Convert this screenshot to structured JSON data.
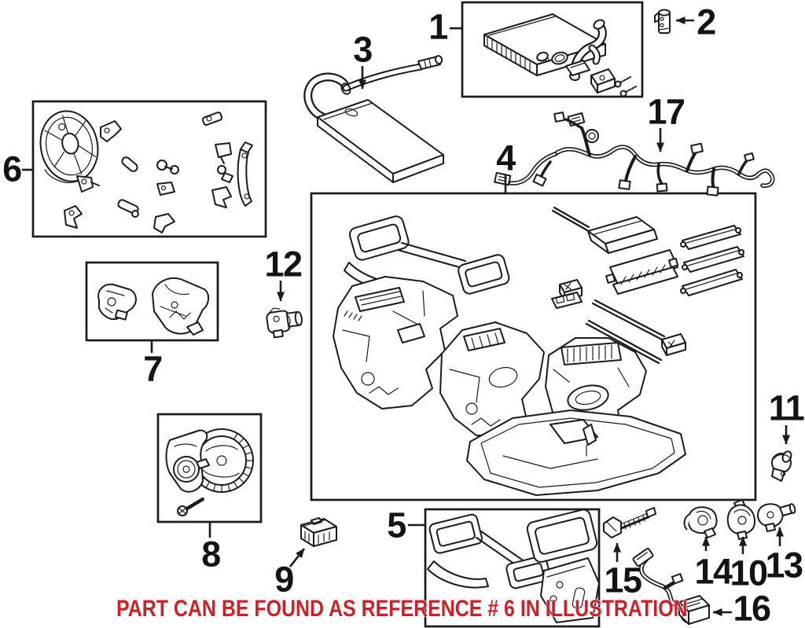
{
  "banner": {
    "text": "PART CAN BE FOUND AS REFERENCE # 6 IN ILLUSTRATION"
  },
  "colors": {
    "background": "#ffffff",
    "line": "#1b1b1b",
    "banner_red": "#c8232b"
  },
  "callouts": [
    {
      "label": "1"
    },
    {
      "label": "2"
    },
    {
      "label": "3"
    },
    {
      "label": "4"
    },
    {
      "label": "5"
    },
    {
      "label": "6"
    },
    {
      "label": "7"
    },
    {
      "label": "8"
    },
    {
      "label": "9"
    },
    {
      "label": "10"
    },
    {
      "label": "11"
    },
    {
      "label": "12"
    },
    {
      "label": "13"
    },
    {
      "label": "14"
    },
    {
      "label": "15"
    },
    {
      "label": "16"
    },
    {
      "label": "17"
    }
  ]
}
